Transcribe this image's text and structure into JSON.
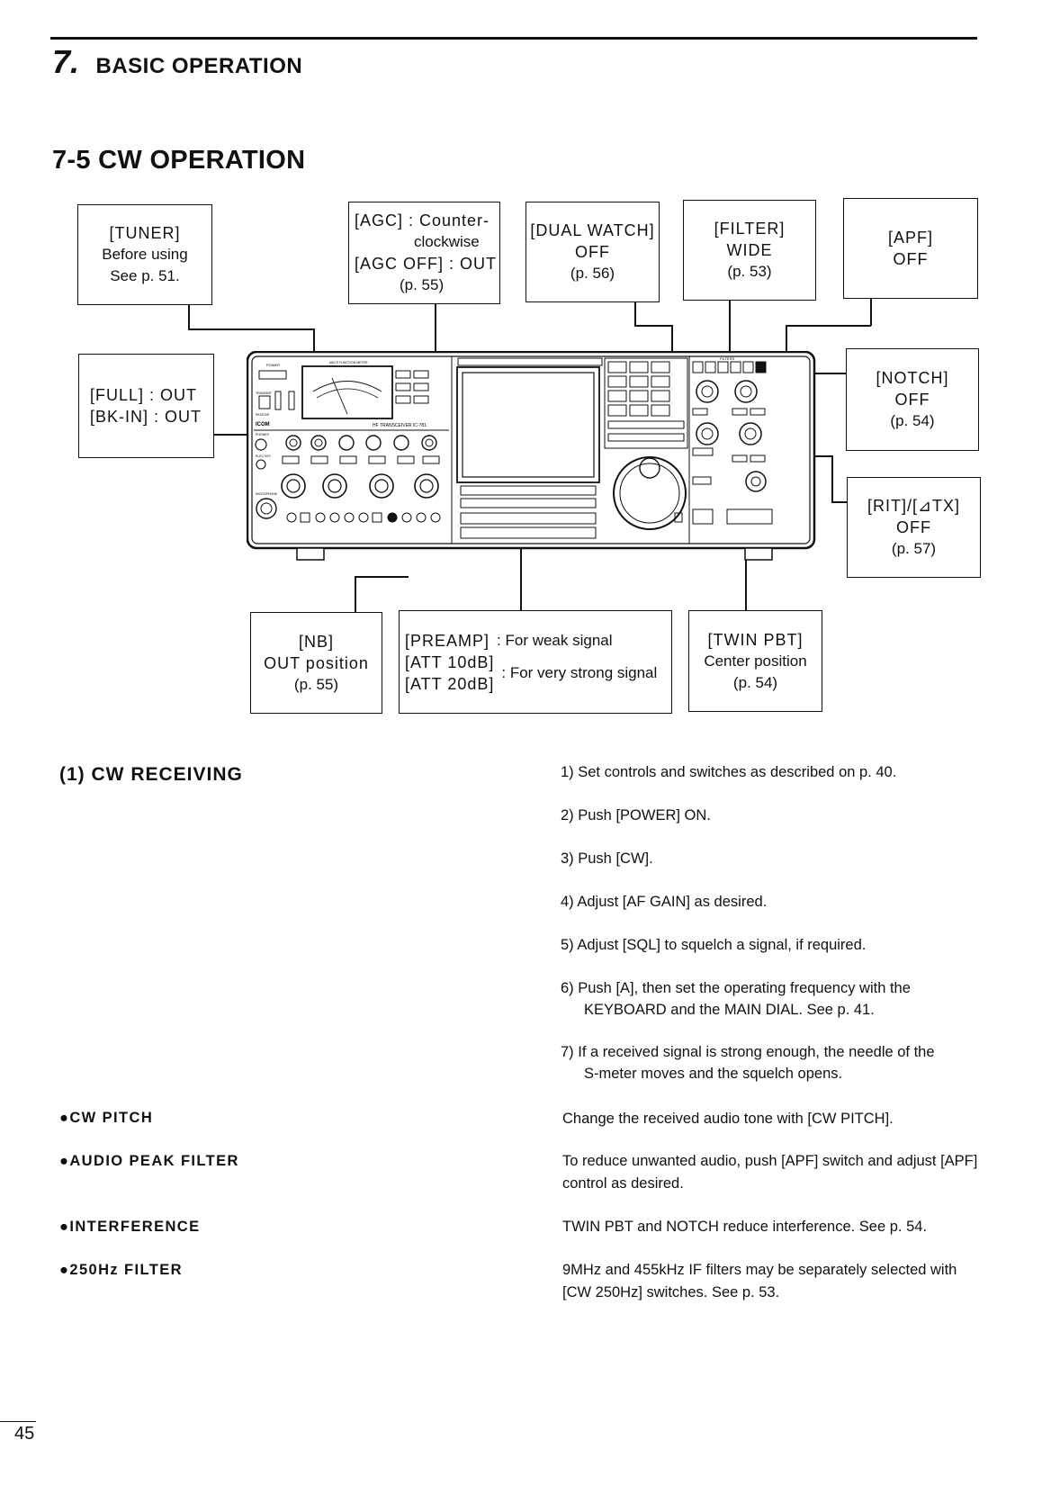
{
  "header": {
    "chapter_number": "7.",
    "chapter_title": "BASIC OPERATION",
    "section_title": "7-5 CW OPERATION"
  },
  "callouts": {
    "tuner": {
      "line1": "[TUNER]",
      "line2": "Before using",
      "line3": "See p. 51."
    },
    "agc": {
      "line1": "[AGC] : Counter-",
      "line2": "clockwise",
      "line3": "[AGC OFF] : OUT",
      "line4": "(p. 55)"
    },
    "dual_watch": {
      "line1": "[DUAL WATCH]",
      "line2": "OFF",
      "line3": "(p. 56)"
    },
    "filter": {
      "line1": "[FILTER]",
      "line2": "WIDE",
      "line3": "(p. 53)"
    },
    "apf": {
      "line1": "[APF]",
      "line2": "OFF"
    },
    "full_bkin": {
      "line1": "[FULL] : OUT",
      "line2": "[BK-IN] : OUT"
    },
    "notch": {
      "line1": "[NOTCH]",
      "line2": "OFF",
      "line3": "(p. 54)"
    },
    "rit": {
      "line1": "[RIT]/[⊿TX]",
      "line2": "OFF",
      "line3": "(p. 57)"
    },
    "nb": {
      "line1": "[NB]",
      "line2": "OUT position",
      "line3": "(p. 55)"
    },
    "preamp": {
      "line1": "[PREAMP]",
      "line1b": ": For weak signal",
      "line2": "[ATT 10dB]",
      "line3": "[ATT 20dB]",
      "line23b": ": For very strong signal"
    },
    "twin_pbt": {
      "line1": "[TWIN PBT]",
      "line2": "Center position",
      "line3": "(p. 54)"
    }
  },
  "radio_labels": {
    "power": "POWER",
    "meter": "MULTI FUNCTION METER",
    "model": "HF TRANSCEIVER IC-781",
    "brand": "ICOM",
    "filters": "FILTERS",
    "microphone": "MICROPHONE",
    "phones": "PHONES",
    "elec_key": "ELEC KEY",
    "transmit": "TRANSMIT",
    "receive": "RECEIVE"
  },
  "receiving": {
    "heading": "(1) CW RECEIVING",
    "steps": [
      {
        "text": "1) Set controls and switches as described on p. 40."
      },
      {
        "text": "2) Push [POWER] ON."
      },
      {
        "text": "3) Push [CW]."
      },
      {
        "text": "4) Adjust [AF GAIN] as desired."
      },
      {
        "text": "5) Adjust [SQL] to squelch a signal, if required."
      },
      {
        "text": "6) Push [A], then set the operating frequency with the",
        "cont": "KEYBOARD and the MAIN DIAL. See p. 41."
      },
      {
        "text": "7) If a received signal is strong enough, the needle of the",
        "cont": "S-meter moves and the squelch opens."
      }
    ]
  },
  "features": [
    {
      "label": "●CW PITCH",
      "text": "Change the received audio tone with [CW PITCH]."
    },
    {
      "label": "●AUDIO PEAK FILTER",
      "text": "To reduce unwanted audio, push [APF] switch and adjust [APF] control as desired."
    },
    {
      "label": "●INTERFERENCE",
      "text": "TWIN PBT and NOTCH reduce interference. See p. 54."
    },
    {
      "label": "●250Hz FILTER",
      "text": "9MHz and 455kHz IF filters may be separately selected with [CW 250Hz] switches. See p. 53."
    }
  ],
  "page_number": "45"
}
